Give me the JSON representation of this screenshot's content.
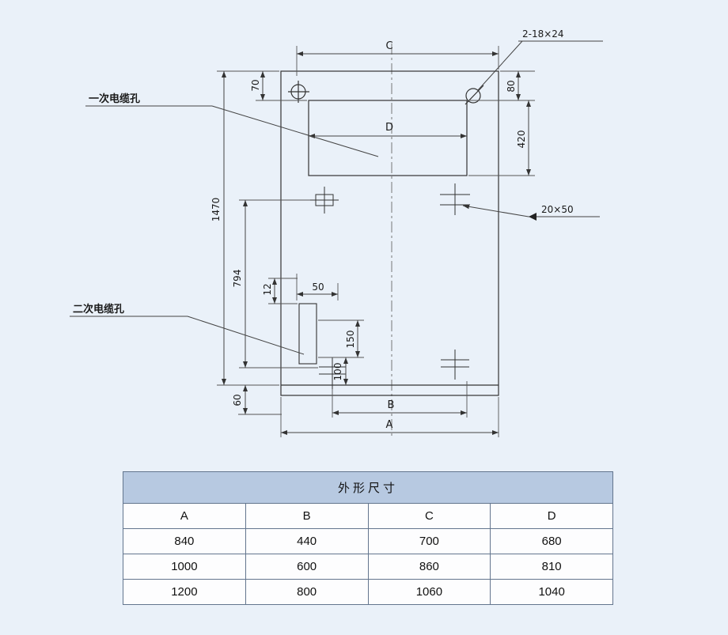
{
  "drawing": {
    "labels": {
      "primary_cable_hole": "一次电缆孔",
      "secondary_cable_hole": "二次电缆孔",
      "holes_spec_top": "2-18×24",
      "slot_spec": "20×50"
    },
    "dims": {
      "c": "C",
      "d": "D",
      "b": "B",
      "a": "A",
      "total_height": "1470",
      "top_left": "70",
      "mid_left": "794",
      "offset_12": "12",
      "width_50": "50",
      "height_150": "150",
      "height_100": "100",
      "bottom_60": "60",
      "right_80": "80",
      "right_420": "420"
    }
  },
  "table": {
    "title": "外形尺寸",
    "columns": [
      "A",
      "B",
      "C",
      "D"
    ],
    "rows": [
      [
        "840",
        "440",
        "700",
        "680"
      ],
      [
        "1000",
        "600",
        "860",
        "810"
      ],
      [
        "1200",
        "800",
        "1060",
        "1040"
      ]
    ]
  }
}
